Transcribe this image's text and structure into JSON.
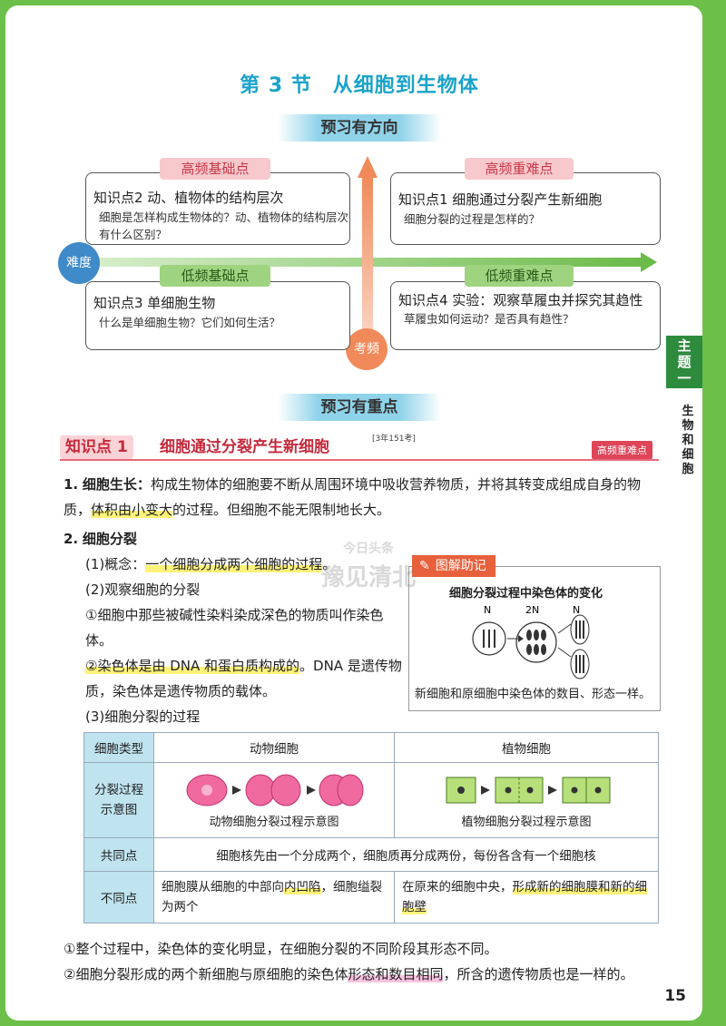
{
  "title": "第 3 节　从细胞到生物体",
  "preview_banner": "预习有方向",
  "focus_banner": "预习有重点",
  "axis": {
    "difficulty": "难度",
    "frequency": "考频"
  },
  "quadrants": [
    {
      "tag": "高频基础点",
      "main": "知识点2 动、植物体的结构层次",
      "sub": "细胞是怎样构成生物体的？动、植物体的结构层次有什么区别？"
    },
    {
      "tag": "高频重难点",
      "main": "知识点1 细胞通过分裂产生新细胞",
      "sub": "细胞分裂的过程是怎样的？"
    },
    {
      "tag": "低频基础点",
      "main": "知识点3 单细胞生物",
      "sub": "什么是单细胞生物？它们如何生活？"
    },
    {
      "tag": "低频重难点",
      "main": "知识点4 实验：观察草履虫并探究其趋性",
      "sub": "草履虫如何运动？是否具有趋性？"
    }
  ],
  "side": {
    "theme": "主题一",
    "subject": "生物和细胞"
  },
  "kp": {
    "label": "知识点 1",
    "title": "细胞通过分裂产生新细胞",
    "freq": "[3年151考]",
    "badge": "高频重难点"
  },
  "s1": {
    "num": "1.",
    "head": "细胞生长：",
    "t1": "构成生物体的细胞要不断从周围环境中吸收营养物质，并将其转变成组成自身的物质，",
    "hl": "体积由小变大",
    "t2": "的过程。但细胞不能无限制地长大。"
  },
  "s2": {
    "num": "2.",
    "head": "细胞分裂"
  },
  "p1": {
    "label": "(1)概念：",
    "hl": "一个细胞分成两个细胞的过程",
    "end": "。"
  },
  "p2": {
    "label": "(2)观察细胞的分裂"
  },
  "p3": {
    "text": "①细胞中那些被碱性染料染成深色的物质叫作染色体。"
  },
  "p4": {
    "hl": "②染色体是由 DNA 和蛋白质构成的",
    "t": "。DNA 是遗传物质，染色体是遗传物质的载体。"
  },
  "p5": {
    "label": "(3)细胞分裂的过程"
  },
  "figure": {
    "tag": "图解助记",
    "title": "细胞分裂过程中染色体的变化",
    "n1": "N",
    "n2": "2N",
    "n3": "N",
    "caption": "新细胞和原细胞中染色体的数目、形态一样。"
  },
  "table": {
    "h_type": "细胞类型",
    "animal": "动物细胞",
    "plant": "植物细胞",
    "h_proc": "分裂过程示意图",
    "animal_cap": "动物细胞分裂过程示意图",
    "plant_cap": "植物细胞分裂过程示意图",
    "h_same": "共同点",
    "same": "细胞核先由一个分成两个，细胞质再分成两份，每份各含有一个细胞核",
    "h_diff": "不同点",
    "diff_animal_a": "细胞膜从细胞的中部向",
    "diff_animal_hl": "内凹陷",
    "diff_animal_b": "，细胞缢裂为两个",
    "diff_plant_a": "在原来的细胞中央，",
    "diff_plant_hl": "形成新的细胞膜和新的细胞壁"
  },
  "n1": {
    "text": "①整个过程中，染色体的变化明显，在细胞分裂的不同阶段其形态不同。"
  },
  "n2": {
    "a": "②细胞分裂形成的两个新细胞与原细胞的染色体",
    "hl": "形态和数目相同",
    "b": "，所含的遗传物质也是一样的。"
  },
  "page_number": "15",
  "watermark": {
    "line1": "今日头条",
    "line2": "豫见清北"
  }
}
